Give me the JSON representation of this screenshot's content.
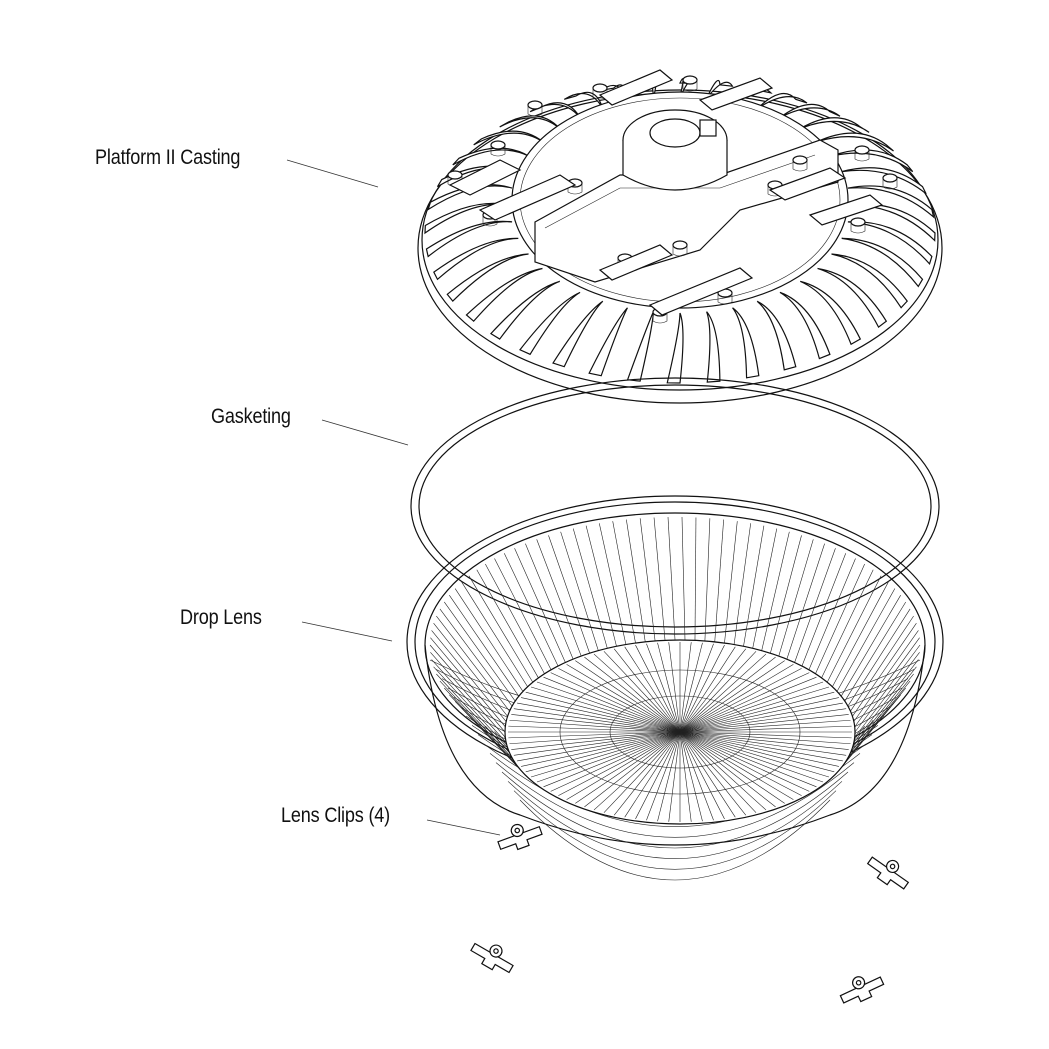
{
  "labels": {
    "casting": "Platform II Casting",
    "gasket": "Gasketing",
    "lens": "Drop Lens",
    "clips": "Lens Clips (4)"
  },
  "icons": {
    "casting": "heat-sink-casting-icon",
    "gasket": "gasket-ring-icon",
    "lens": "prismatic-drop-lens-icon",
    "clip": "lens-clip-icon"
  },
  "counts": {
    "lens_clips": 4
  },
  "colors": {
    "line": "#111111",
    "background": "#ffffff"
  }
}
